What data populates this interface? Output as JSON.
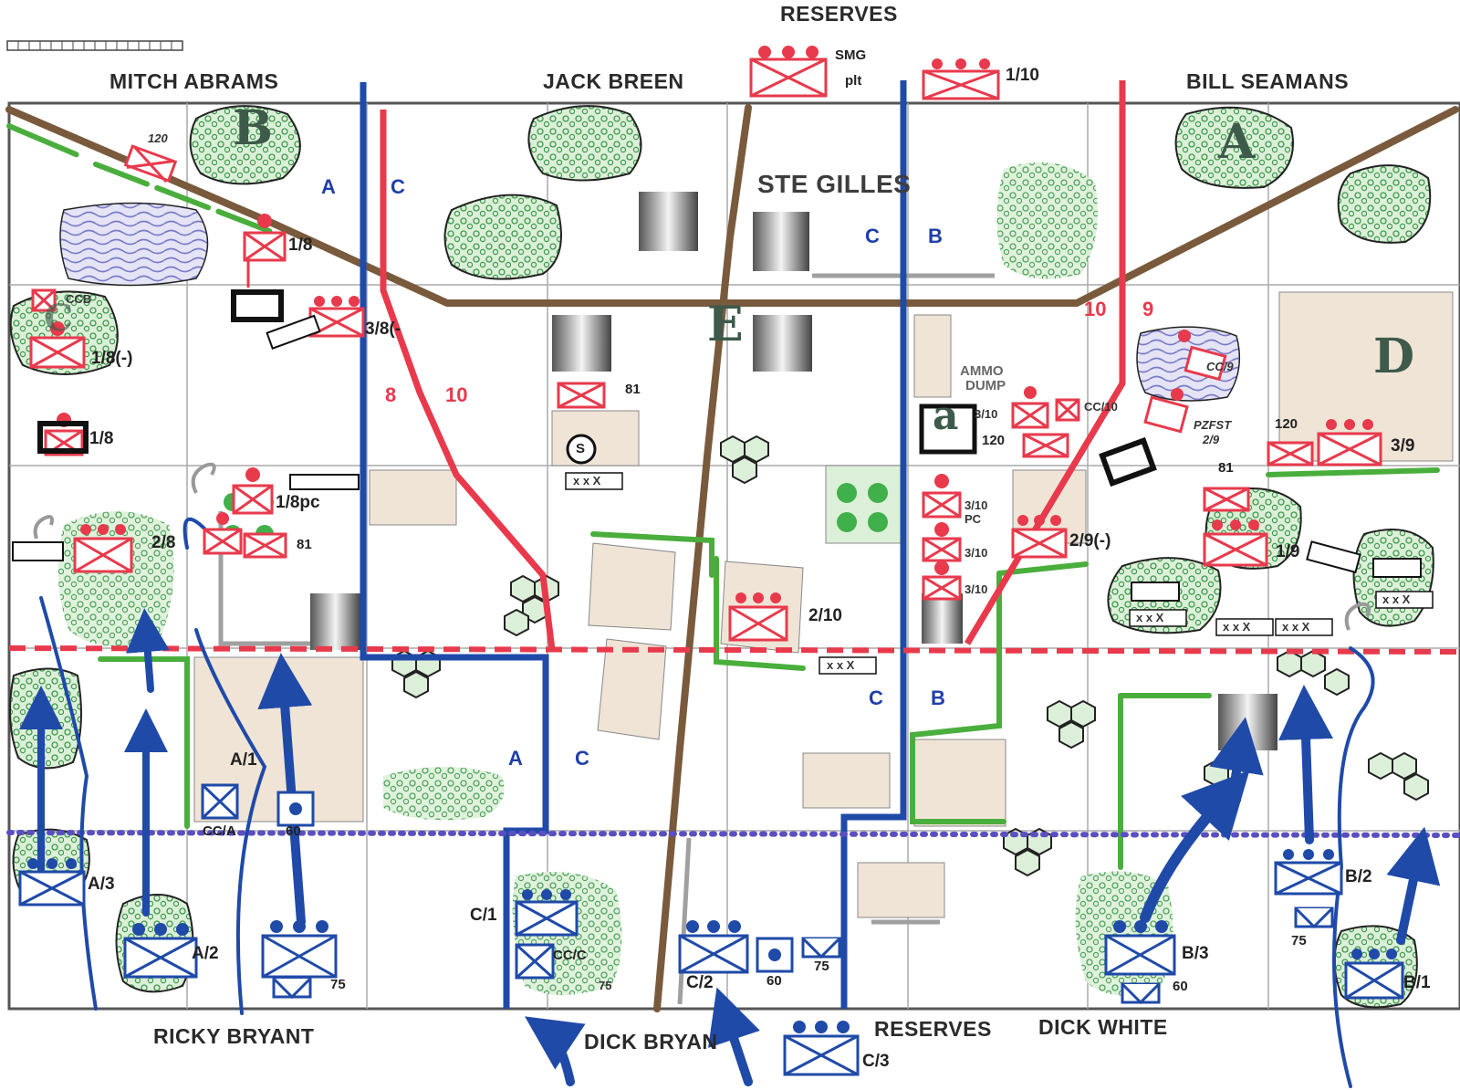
{
  "colors": {
    "allied_blue": "#1f4aa8",
    "enemy_red": "#e83a4c",
    "road_brown": "#7a5a3c",
    "hedge_green": "#4aae3c",
    "woods_green": "#2e8b3a",
    "grid_gray": "#9a9a9a",
    "frontline_red": "#e83a4c",
    "startline_purple": "#5a4fc0"
  },
  "icons": [
    "infantry-unit-icon",
    "mortar-unit-icon",
    "antitank-gun-icon",
    "tank-icon",
    "roadblock-icon",
    "minefield-icon",
    "bunker-icon",
    "smoke-icon",
    "bridge-icon"
  ],
  "title_reserves_top": "RESERVES",
  "town_name": "STE GILLES",
  "commanders": {
    "mitch_abrams": "MITCH ABRAMS",
    "jack_breen": "JACK BREEN",
    "bill_seamans": "BILL SEAMANS",
    "ricky_bryant": "RICKY BRYANT",
    "dick_bryan": "DICK BRYAN",
    "reserves_bottom": "RESERVES",
    "dick_white": "DICK WHITE"
  },
  "area_labels": {
    "b": "B",
    "a": "A",
    "e": "E",
    "d": "D",
    "c": "C",
    "small_a": "a"
  },
  "boundaries": {
    "a_left": "A",
    "c_left": "C",
    "c_center": "C",
    "b_center": "B",
    "ten": "10",
    "nine": "9",
    "eight": "8",
    "ten_b": "10",
    "a_low": "A",
    "c_low": "C",
    "c_low2": "C",
    "b_low2": "B"
  },
  "enemy_units": {
    "smg": "SMG",
    "plt": "plt",
    "u_1_10": "1/10",
    "u_120a": "120",
    "u_1_8a": "1/8",
    "ccb": "CCB",
    "u_1_8_minus": "1/8(-)",
    "u_3_8": "3/8(-",
    "u_1_8b": "1/8",
    "u_1_8pc": "1/8pc",
    "u_2_8": "2/8",
    "u_81a": "81",
    "u_81b": "81",
    "ammo": "AMMO",
    "dump": "DUMP",
    "u_3_10a": "3/10",
    "cc10": "CC/10",
    "u_120b": "120",
    "cc9": "CC/9",
    "pzfst": "PZFST",
    "pz29": "2/9",
    "u_120c": "120",
    "u_3_9": "3/9",
    "u_81c": "81",
    "u_3_10pc": "3/10",
    "pc": "PC",
    "u_3_10b": "3/10",
    "u_3_10c": "3/10",
    "u_2_9": "2/9(-)",
    "u_1_9": "1/9",
    "u_2_10": "2/10"
  },
  "friendly_units": {
    "a1": "A/1",
    "cca": "CC/A",
    "m60a": "60",
    "a3": "A/3",
    "a2": "A/2",
    "at75a": "75",
    "c1": "C/1",
    "ccc": "CC/C",
    "at75b": "75",
    "c2": "C/2",
    "m60b": "60",
    "at75c": "75",
    "c3": "C/3",
    "b3": "B/3",
    "m60c": "60",
    "b2": "B/2",
    "at75d": "75",
    "b1": "B/1"
  },
  "markers": {
    "s": "S",
    "mine": "x x X"
  }
}
